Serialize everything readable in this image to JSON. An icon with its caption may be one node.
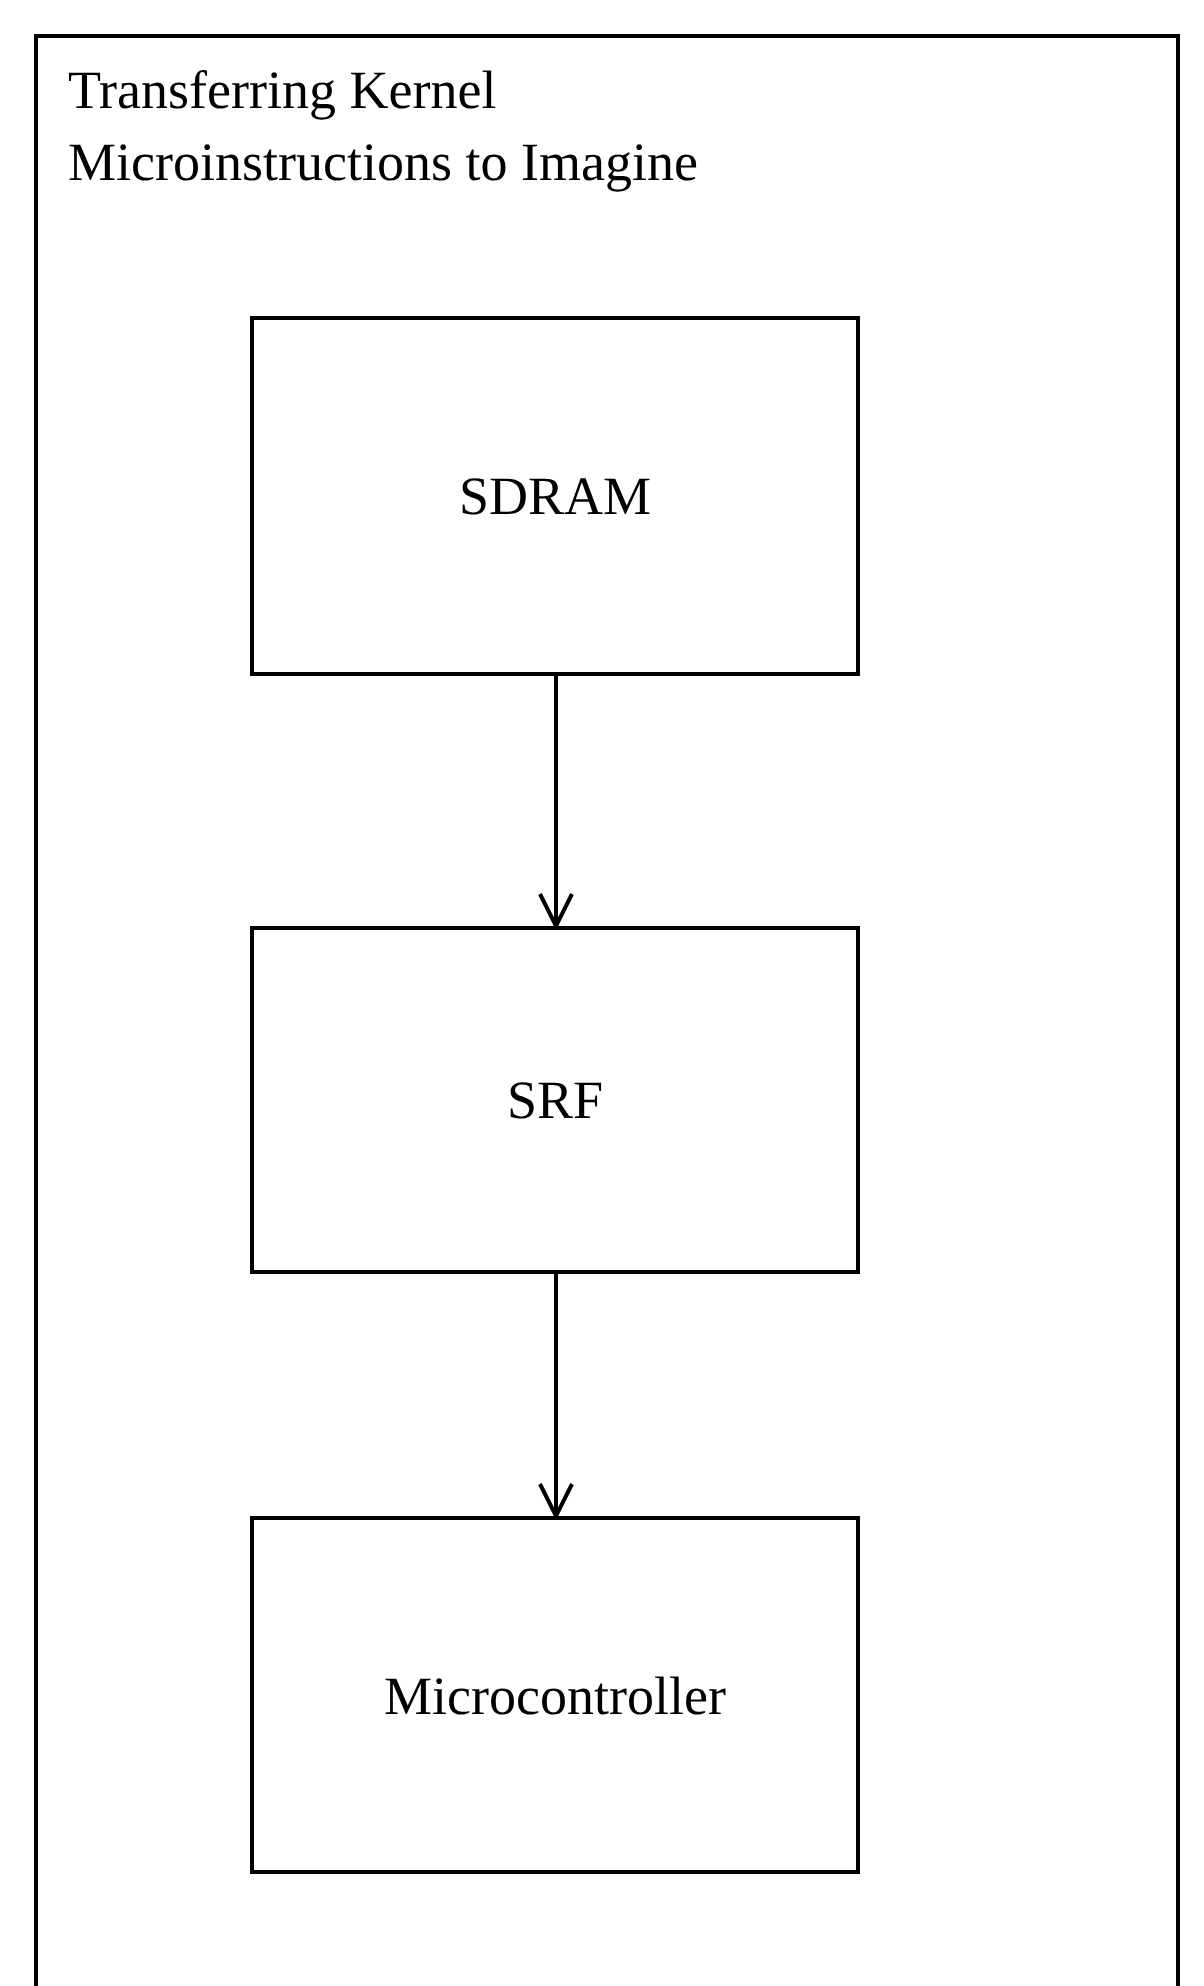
{
  "diagram": {
    "nodes": [
      {
        "text": [
          "Transferring Kernel Microinstructions to Imagine"
        ]
      },
      {
        "text": [
          "SDRAM"
        ],
        "in": 0
      },
      {
        "text": [
          "SRF"
        ],
        "in": 0
      },
      {
        "text": [
          "Microcontroller"
        ],
        "in": 0
      }
    ],
    "edges": [
      {
        "from": 1,
        "to": 2,
        "arrow": "to"
      },
      {
        "from": 2,
        "to": 3,
        "arrow": "to"
      }
    ]
  }
}
